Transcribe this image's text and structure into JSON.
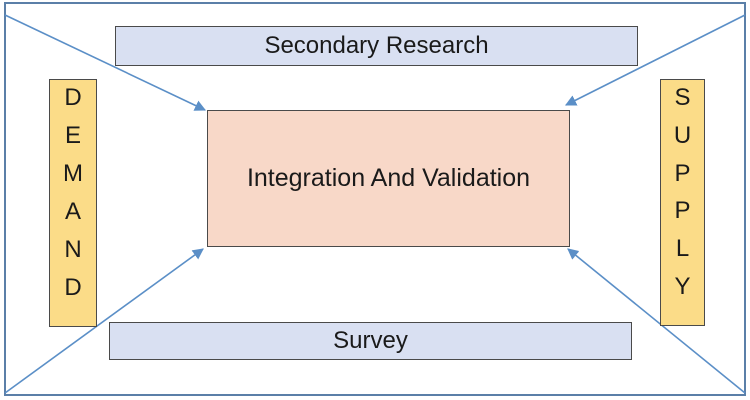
{
  "colors": {
    "frame": "#5b7fa8",
    "arrow": "#5b8fc7",
    "bar_fill": "#d9e0f2",
    "center_fill": "#f8d8c8",
    "side_fill": "#fbdc88"
  },
  "top_box": {
    "label": "Secondary Research"
  },
  "bottom_box": {
    "label": "Survey"
  },
  "center_box": {
    "label": "Integration And Validation"
  },
  "left_box": {
    "letters": [
      "D",
      "E",
      "M",
      "A",
      "N",
      "D"
    ]
  },
  "right_box": {
    "letters": [
      "S",
      "U",
      "P",
      "P",
      "L",
      "Y"
    ]
  }
}
